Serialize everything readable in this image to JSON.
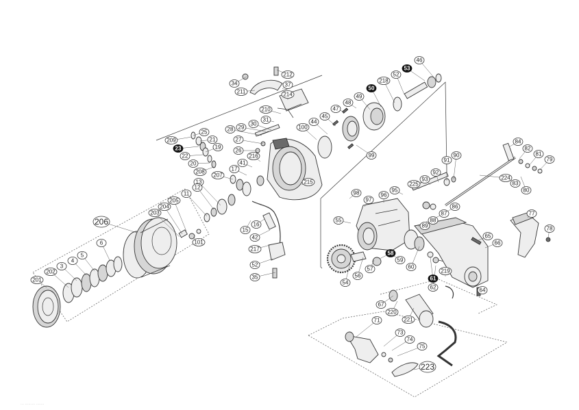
{
  "diagram": {
    "parts": [
      "34",
      "212",
      "211",
      "37",
      "214",
      "210",
      "31",
      "30",
      "29",
      "28",
      "27",
      "26",
      "25",
      "21",
      "19",
      "209",
      "23",
      "22",
      "20",
      "208",
      "207",
      "216",
      "41",
      "17",
      "215",
      "13",
      "12",
      "11",
      "15",
      "16",
      "42",
      "217",
      "52",
      "35",
      "205",
      "204",
      "203",
      "101",
      "206",
      "201",
      "202",
      "3",
      "4",
      "5",
      "6",
      "100",
      "44",
      "45",
      "47",
      "48",
      "49",
      "50",
      "218",
      "52",
      "53",
      "46",
      "99",
      "98",
      "97",
      "96",
      "95",
      "225",
      "93",
      "92",
      "91",
      "90",
      "55",
      "86",
      "87",
      "88",
      "89",
      "57",
      "56",
      "54",
      "58",
      "59",
      "60",
      "61",
      "62",
      "219",
      "64",
      "65",
      "66",
      "84",
      "82",
      "81",
      "79",
      "83",
      "80",
      "224",
      "77",
      "78",
      "67",
      "220",
      "221",
      "71",
      "73",
      "74",
      "75",
      "223"
    ],
    "inverted_labels": [
      "23",
      "53",
      "50",
      "58",
      "61"
    ],
    "footer_text": "··· ·········   ·······"
  }
}
